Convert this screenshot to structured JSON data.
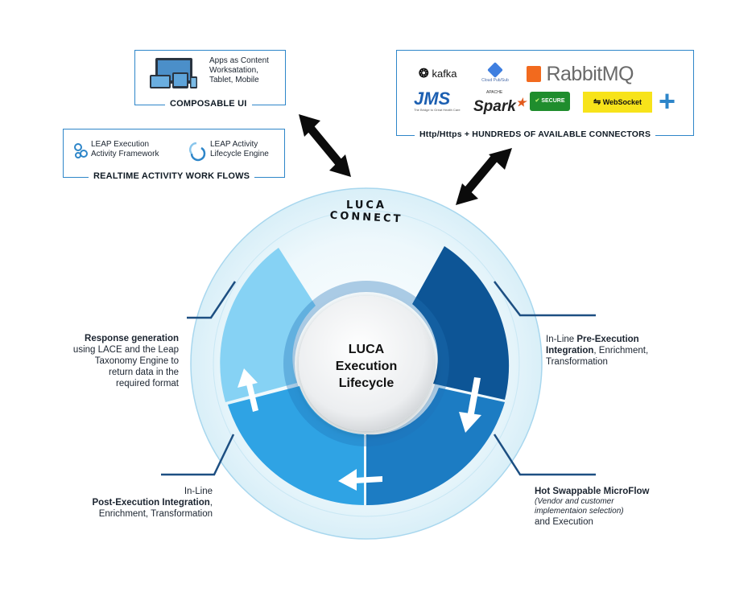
{
  "composable": {
    "label": "COMPOSABLE UI",
    "text": [
      "Apps as Content",
      "Worksatation,",
      "Tablet, Mobile"
    ]
  },
  "realtime": {
    "label": "REALTIME  ACTIVITY WORK FLOWS",
    "item1": [
      "LEAP Execution",
      "Activity Framework"
    ],
    "item2": [
      "LEAP Activity",
      "Lifecycle Engine"
    ]
  },
  "connectors": {
    "label": "Http/Https + HUNDREDS OF AVAILABLE CONNECTORS",
    "logos": {
      "kafka": "kafka",
      "pubsub": "Cloud Pub/Sub",
      "rabbit": "RabbitMQ",
      "jms": "JMS",
      "jms_tag": "The Bridge to Great Health Care",
      "spark_pre": "APACHE",
      "spark": "Spark",
      "secure": "SECURE",
      "websocket": "WebSocket",
      "plus": "+"
    }
  },
  "ring": {
    "connect_top": "LUCA",
    "connect_bottom": "CONNECT",
    "center": [
      "LUCA",
      "Execution",
      "Lifecycle"
    ]
  },
  "annotations": {
    "pre_exec": {
      "prefix": "In-Line ",
      "bold1": "Pre-Execution",
      "bold2": "Integration",
      "rest": ", Enrichment,",
      "line3": "Transformation"
    },
    "response": {
      "bold": "Response generation",
      "lines": [
        "using LACE and the Leap",
        "Taxonomy Engine to",
        "return data in the",
        "required format"
      ]
    },
    "post_exec": {
      "line1": "In-Line",
      "bold": "Post-Execution Integration",
      "rest": ",",
      "line3": "Enrichment, Transformation"
    },
    "hot_swap": {
      "bold": "Hot Swappable MicroFlow",
      "italic1": "(Vendor and customer",
      "italic2": "implementaion selection)",
      "line4": "and Execution"
    }
  }
}
